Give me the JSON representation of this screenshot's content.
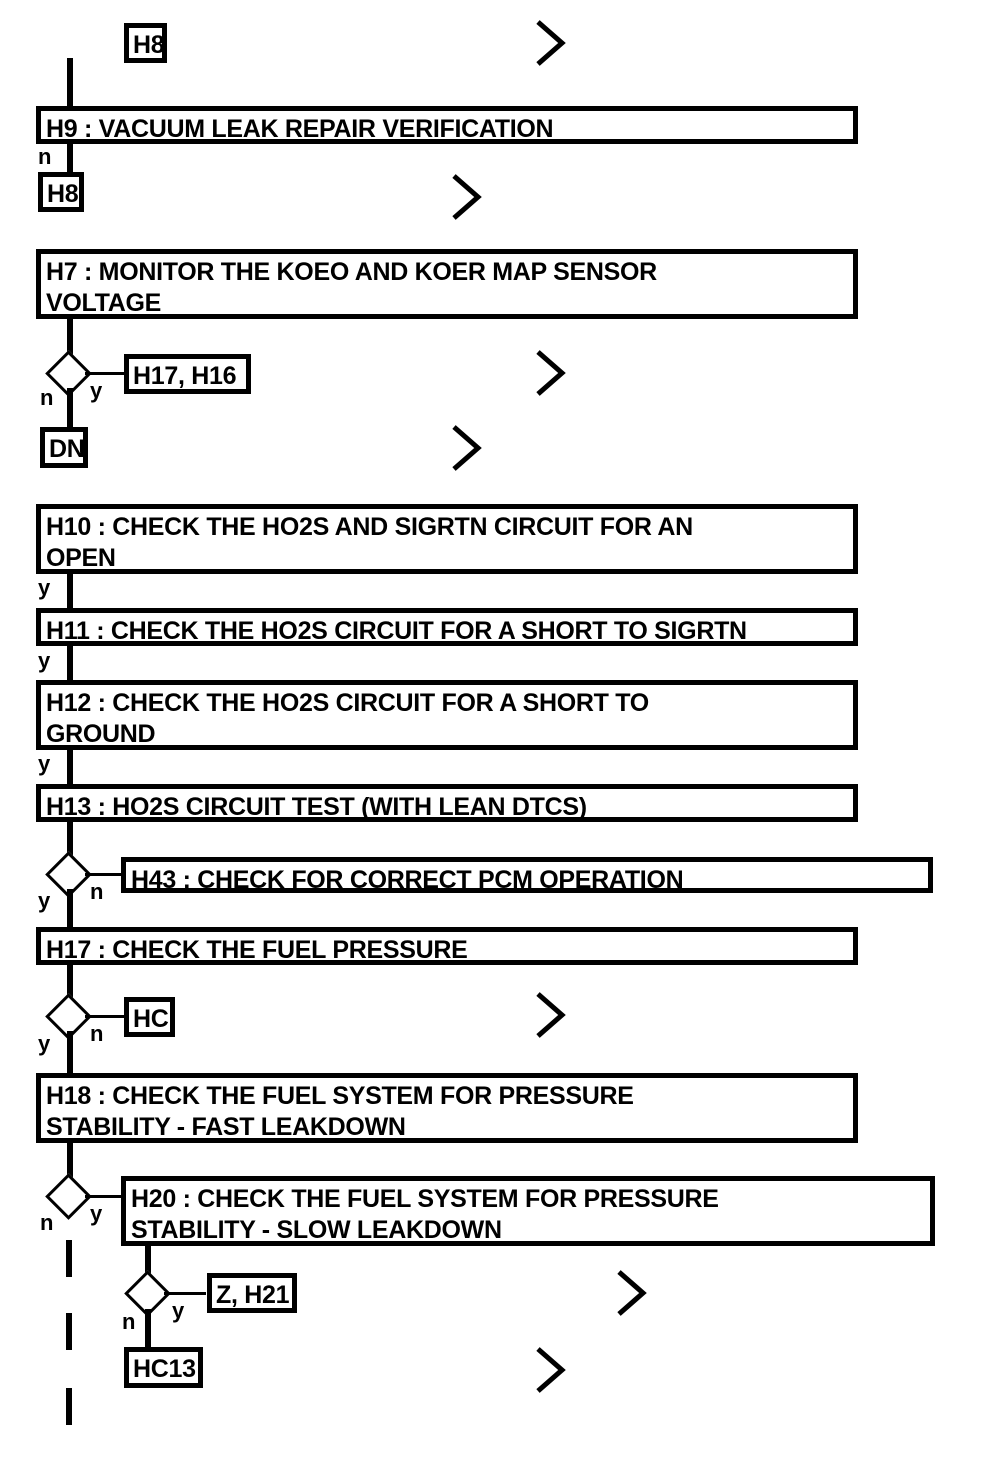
{
  "diagram": {
    "type": "flowchart",
    "title": "HO2S / Fuel System Diagnostic Flowchart",
    "colors": {
      "line": "#000000",
      "background": "#ffffff",
      "text": "#000000"
    },
    "steps": [
      {
        "id": "H9",
        "label": "H9 : VACUUM LEAK REPAIR VERIFICATION"
      },
      {
        "id": "H7",
        "label": "H7 : MONITOR THE KOEO AND KOER MAP SENSOR\nVOLTAGE"
      },
      {
        "id": "H10",
        "label": "H10 : CHECK THE HO2S AND SIGRTN CIRCUIT FOR AN\nOPEN"
      },
      {
        "id": "H11",
        "label": "H11 : CHECK THE HO2S CIRCUIT FOR A SHORT TO SIGRTN"
      },
      {
        "id": "H12",
        "label": "H12 : CHECK THE HO2S CIRCUIT FOR A SHORT TO\nGROUND"
      },
      {
        "id": "H13",
        "label": "H13 : HO2S CIRCUIT TEST (WITH LEAN DTCS)"
      },
      {
        "id": "H43",
        "label": "H43 : CHECK FOR CORRECT PCM OPERATION"
      },
      {
        "id": "H17",
        "label": "H17 : CHECK THE FUEL PRESSURE"
      },
      {
        "id": "H18",
        "label": "H18 : CHECK THE FUEL SYSTEM FOR PRESSURE\nSTABILITY - FAST LEAKDOWN"
      },
      {
        "id": "H20",
        "label": "H20 : CHECK THE FUEL SYSTEM FOR PRESSURE\nSTABILITY - SLOW LEAKDOWN"
      }
    ],
    "references": [
      {
        "id": "ref-h8-top",
        "label": "H8"
      },
      {
        "id": "ref-h8",
        "label": "H8"
      },
      {
        "id": "ref-h17-h16",
        "label": "H17, H16"
      },
      {
        "id": "ref-dn",
        "label": "DN"
      },
      {
        "id": "ref-hc",
        "label": "HC"
      },
      {
        "id": "ref-z-h21",
        "label": "Z, H21"
      },
      {
        "id": "ref-hc13",
        "label": "HC13"
      }
    ],
    "branch_labels": {
      "h9_no": "n",
      "h7_yes": "y",
      "h7_no": "n",
      "h10_yes": "y",
      "h11_yes": "y",
      "h12_yes": "y",
      "h13_no": "n",
      "h13_yes": "y",
      "h17_no": "n",
      "h17_yes": "y",
      "h18_yes": "y",
      "h18_no": "n",
      "h20_yes": "y",
      "h20_no": "n"
    },
    "markers": [
      {
        "id": "chevron-1",
        "icon": "chevron-right-icon"
      },
      {
        "id": "chevron-2",
        "icon": "chevron-right-icon"
      },
      {
        "id": "chevron-3",
        "icon": "chevron-right-icon"
      },
      {
        "id": "chevron-4",
        "icon": "chevron-right-icon"
      },
      {
        "id": "chevron-5",
        "icon": "chevron-right-icon"
      },
      {
        "id": "chevron-6",
        "icon": "chevron-right-icon"
      },
      {
        "id": "chevron-7",
        "icon": "chevron-right-icon"
      }
    ]
  }
}
